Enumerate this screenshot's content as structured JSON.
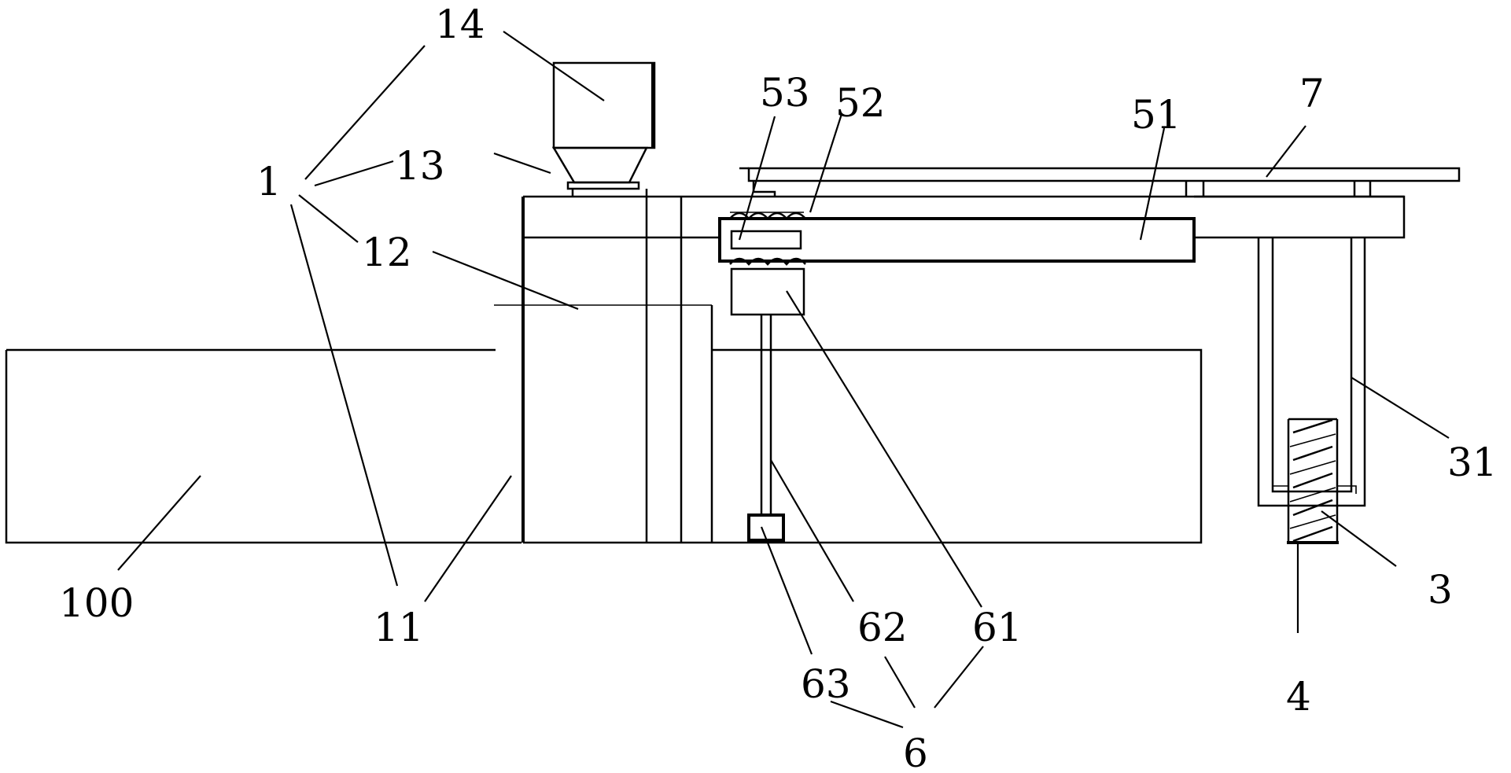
{
  "labels": {
    "l1": "1",
    "l3": "3",
    "l4": "4",
    "l6": "6",
    "l7": "7",
    "l11": "11",
    "l12": "12",
    "l13": "13",
    "l14": "14",
    "l31": "31",
    "l51": "51",
    "l52": "52",
    "l53": "53",
    "l61": "61",
    "l62": "62",
    "l63": "63",
    "l100": "100"
  },
  "colors": {
    "line": "#000000",
    "background": "#ffffff"
  }
}
